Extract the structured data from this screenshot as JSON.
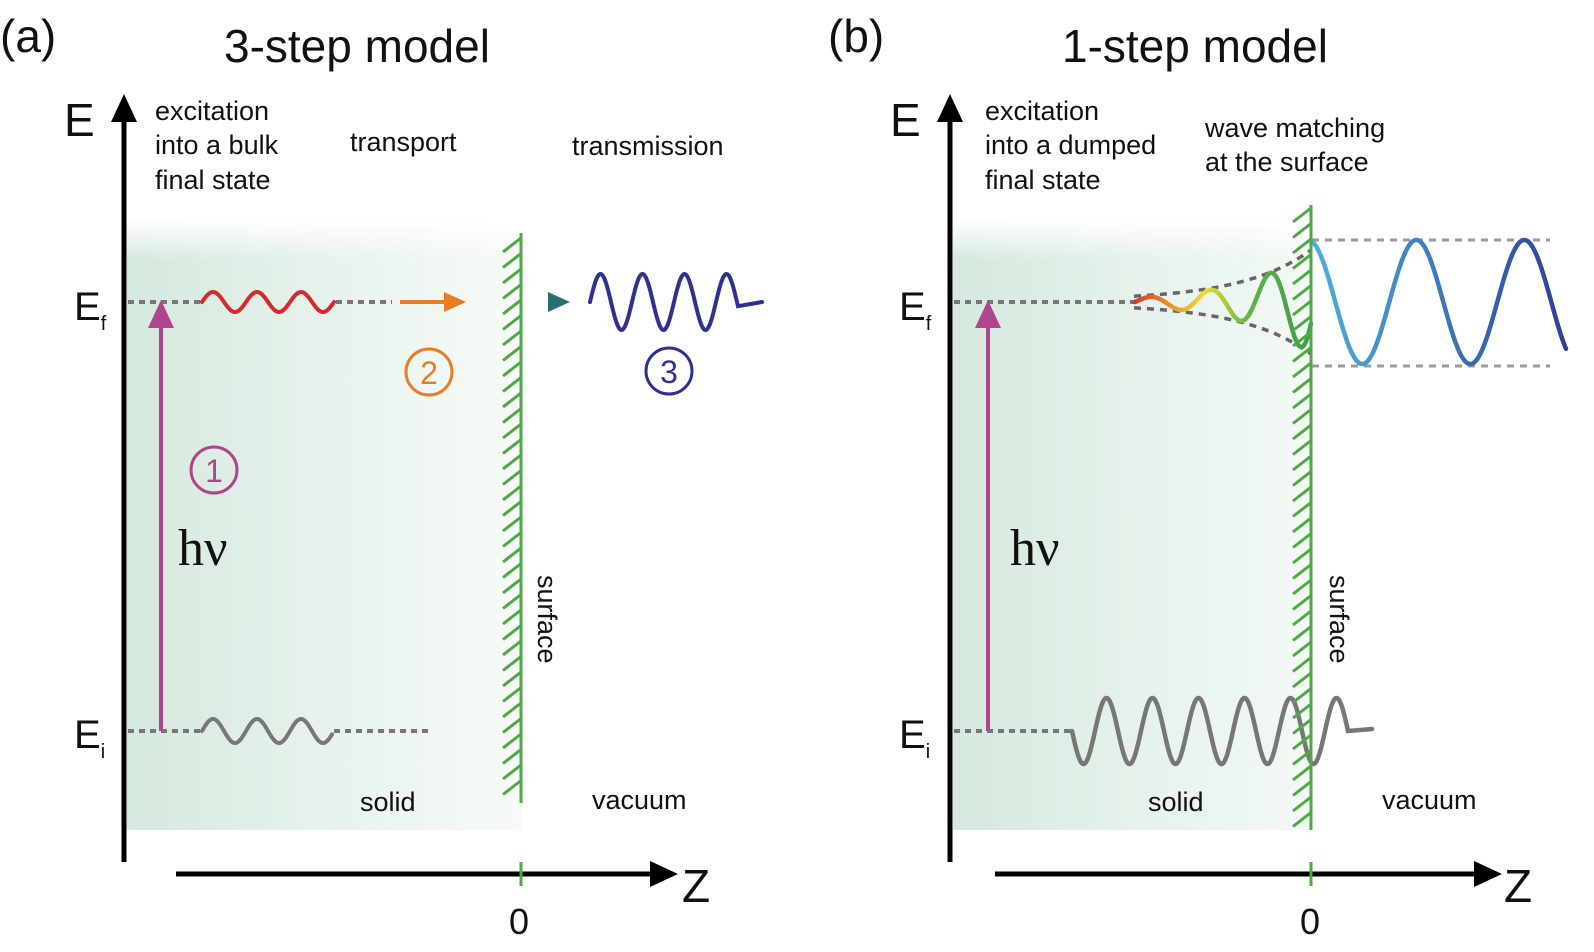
{
  "panel_a": {
    "letter": "(a)",
    "title": "3-step model",
    "axis_e": "E",
    "axis_z": "Z",
    "zero": "0",
    "ef_main": "E",
    "ef_sub": "f",
    "ei_main": "E",
    "ei_sub": "i",
    "excitation": [
      "excitation",
      "into a bulk",
      "final state"
    ],
    "transport": "transport",
    "transmission": "transmission",
    "surface": "surface",
    "solid": "solid",
    "vacuum": "vacuum",
    "hv": "hν",
    "step1": "1",
    "step2": "2",
    "step3": "3"
  },
  "panel_b": {
    "letter": "(b)",
    "title": "1-step model",
    "axis_e": "E",
    "axis_z": "Z",
    "zero": "0",
    "ef_main": "E",
    "ef_sub": "f",
    "ei_main": "E",
    "ei_sub": "i",
    "excitation": [
      "excitation",
      "into a dumped",
      "final state"
    ],
    "wave_matching": [
      "wave matching",
      "at the surface"
    ],
    "surface": "surface",
    "solid": "solid",
    "vacuum": "vacuum",
    "hv": "hν"
  },
  "colors": {
    "solid_fill": "#d7ebe0",
    "surface_line": "#4ea844",
    "photon_arrow": "#b0458d",
    "wave_red": "#d8292c",
    "arrow_orange": "#e87d24",
    "wave_navy": "#2e318f",
    "wave_blue": "#4a9ad6",
    "wave_grey": "#777777",
    "dotted": "#777777"
  }
}
